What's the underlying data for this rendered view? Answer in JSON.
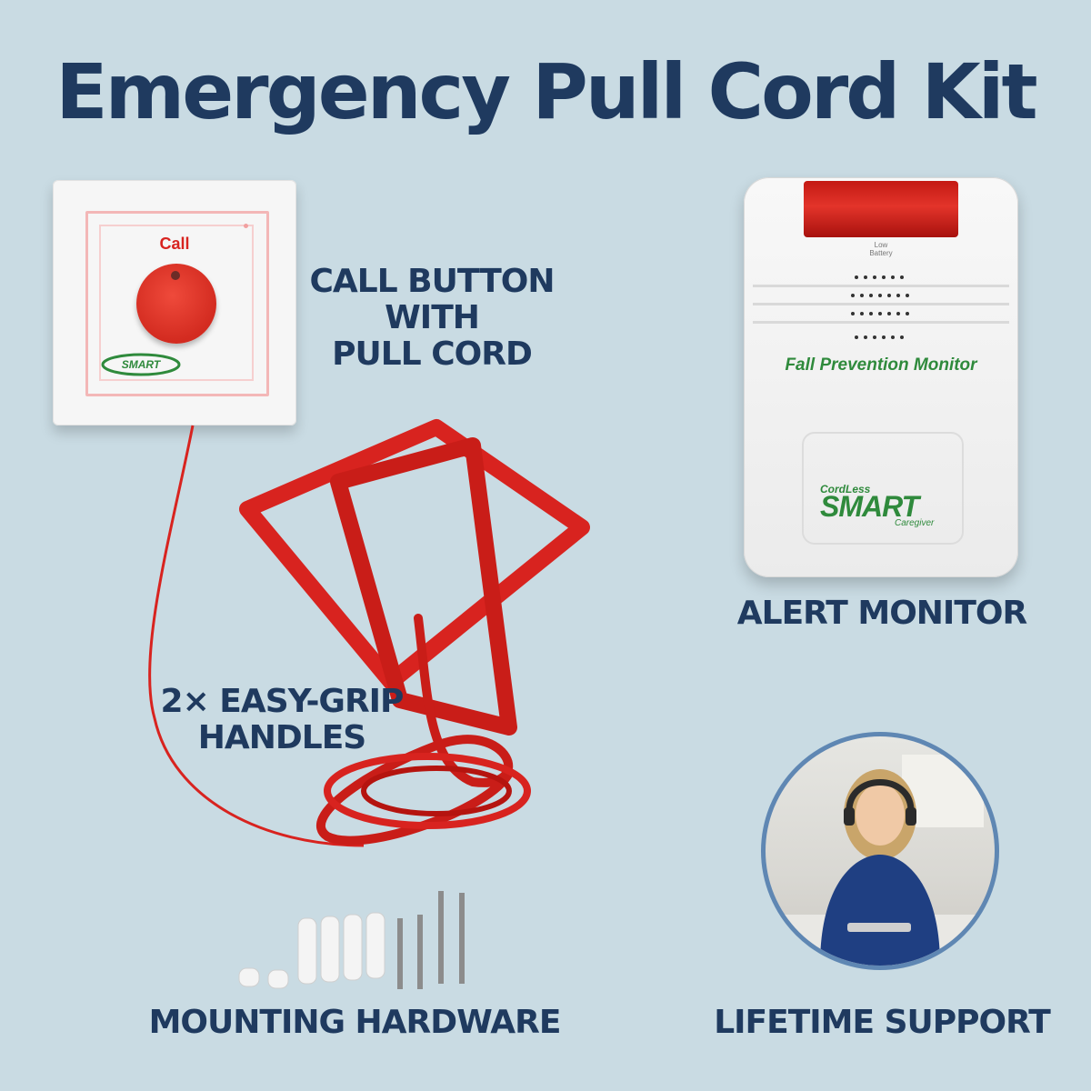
{
  "title": "Emergency Pull Cord Kit",
  "labels": {
    "call_button": [
      "CALL BUTTON",
      "WITH",
      "PULL CORD"
    ],
    "handles": [
      "2× EASY-GRIP",
      "HANDLES"
    ],
    "alert_monitor": "ALERT MONITOR",
    "mounting_hardware": "MOUNTING HARDWARE",
    "lifetime_support": "LIFETIME SUPPORT"
  },
  "call_device": {
    "button_text": "Call",
    "logo_text": "SMART"
  },
  "monitor": {
    "indicator_label": [
      "Low",
      "Battery"
    ],
    "name": "Fall Prevention Monitor",
    "brand_top": "CordLess",
    "brand_main": "SMART",
    "brand_sub": "Caregiver"
  },
  "colors": {
    "background": "#c9dbe3",
    "title": "#1f3a5f",
    "accent_red": "#d8231f",
    "brand_green": "#2f8a3c",
    "ring_blue": "#5f87b3"
  }
}
